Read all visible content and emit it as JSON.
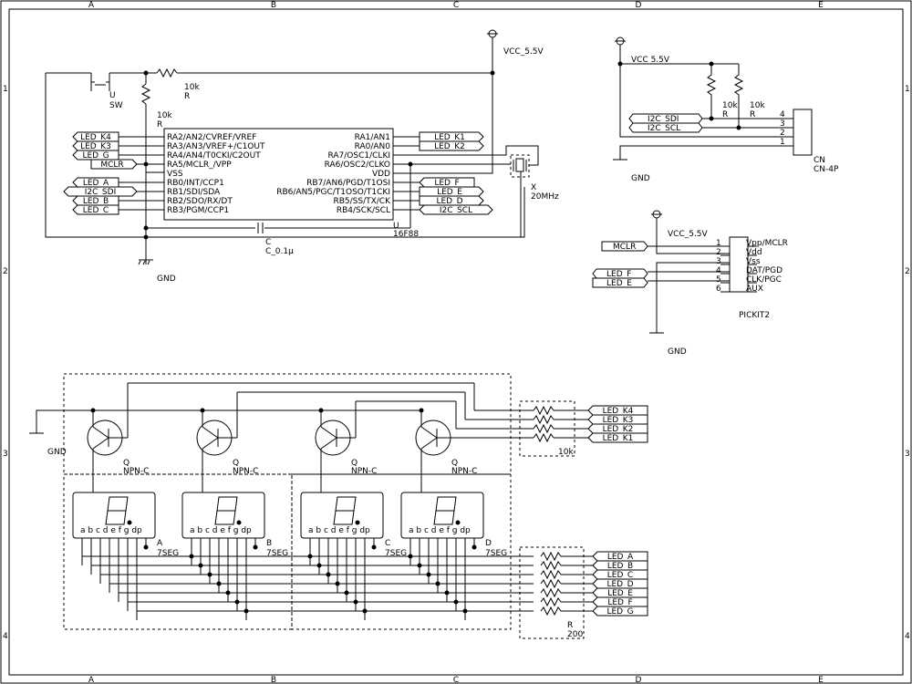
{
  "frame": {
    "columns": [
      "A",
      "B",
      "C",
      "D",
      "E"
    ],
    "rows": [
      "1",
      "2",
      "3",
      "4"
    ]
  },
  "mcu": {
    "ref": "U",
    "part": "16F88",
    "left_pins": [
      "RA2/AN2/CVREF/VREF",
      "RA3/AN3/VREF+/C1OUT",
      "RA4/AN4/T0CKI/C2OUT",
      "RA5/MCLR_/VPP",
      "VSS",
      "RB0/INT/CCP1",
      "RB1/SDI/SDA",
      "RB2/SDO/RX/DT",
      "RB3/PGM/CCP1"
    ],
    "right_pins": [
      "RA1/AN1",
      "RA0/AN0",
      "RA7/OSC1/CLKI",
      "RA6/OSC2/CLKO",
      "VDD",
      "RB7/AN6/PGD/T1OSI",
      "RB6/AN5/PGC/T1OSO/T1CKI",
      "RB5/SS/TX/CK",
      "RB4/SCK/SCL"
    ],
    "left_nets": [
      "LED_K4",
      "LED_K3",
      "LED_G",
      "MCLR",
      "",
      "LED_A",
      "I2C_SDI",
      "LED_B",
      "LED_C"
    ],
    "right_nets": [
      "LED_K1",
      "LED_K2",
      "",
      "",
      "",
      "LED_F",
      "LED_E",
      "LED_D",
      "I2C_SCL"
    ]
  },
  "switch": {
    "ref": "U",
    "value": "SW"
  },
  "r_pullup": {
    "value": "10k",
    "ref": "R"
  },
  "r_series": {
    "value": "10k",
    "ref": "R"
  },
  "cap": {
    "ref": "C",
    "value": "C_0.1μ"
  },
  "crystal": {
    "ref": "X",
    "value": "20MHz"
  },
  "power": {
    "vcc": "VCC_5.5V",
    "vcc_alt": "VCC 5.5V",
    "gnd": "GND"
  },
  "i2c_connector": {
    "ref": "CN",
    "part": "CN-4P",
    "pins": [
      "4",
      "3",
      "2",
      "1"
    ],
    "nets": [
      "I2C_SDI",
      "I2C_SCL"
    ],
    "resistors": [
      {
        "value": "10k",
        "ref": "R"
      },
      {
        "value": "10k",
        "ref": "R"
      }
    ]
  },
  "pickit": {
    "ref": "PICKIT2",
    "pins": [
      {
        "num": "1",
        "name": "Vpp/MCLR"
      },
      {
        "num": "2",
        "name": "Vdd"
      },
      {
        "num": "3",
        "name": "Vss"
      },
      {
        "num": "4",
        "name": "DAT/PGD"
      },
      {
        "num": "5",
        "name": "CLK/PGC"
      },
      {
        "num": "6",
        "name": "AUX"
      }
    ],
    "nets": [
      "MCLR",
      "LED_F",
      "LED_E"
    ]
  },
  "transistors": [
    {
      "ref": "Q",
      "part": "NPN-C"
    },
    {
      "ref": "Q",
      "part": "NPN-C"
    },
    {
      "ref": "Q",
      "part": "NPN-C"
    },
    {
      "ref": "Q",
      "part": "NPN-C"
    }
  ],
  "displays": [
    {
      "ref": "A",
      "part": "7SEG"
    },
    {
      "ref": "B",
      "part": "7SEG"
    },
    {
      "ref": "C",
      "part": "7SEG"
    },
    {
      "ref": "D",
      "part": "7SEG"
    }
  ],
  "seg_pins": "a b c d e f g dp",
  "rnet_k": {
    "value": "10k",
    "nets": [
      "LED_K4",
      "LED_K3",
      "LED_K2",
      "LED_K1"
    ]
  },
  "rnet_seg": {
    "ref": "R",
    "value": "200",
    "nets": [
      "LED_A",
      "LED_B",
      "LED_C",
      "LED_D",
      "LED_E",
      "LED_F",
      "LED_G"
    ]
  }
}
